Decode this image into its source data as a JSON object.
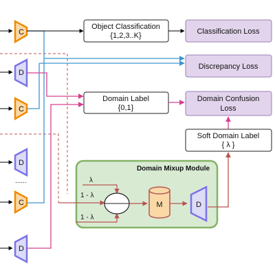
{
  "blocks": {
    "classifier_label": "C",
    "discriminator_label": "D",
    "mixer_label": "M",
    "ellipsis": "......"
  },
  "boxes": {
    "object_classification": {
      "line1": "Object Classification",
      "line2": "{1,2,3..K}"
    },
    "domain_label": {
      "line1": "Domain Label",
      "line2": "{0,1}"
    },
    "soft_domain_label": {
      "line1": "Soft Domain Label",
      "line2": "{ λ }"
    },
    "classification_loss": {
      "line1": "Classification Loss"
    },
    "discrepancy_loss": {
      "line1": "Discrepancy Loss"
    },
    "domain_confusion_loss": {
      "line1": "Domain Confusion",
      "line2": "Loss"
    }
  },
  "mixup_module": {
    "title": "Domain Mixup Module",
    "lambda_top": "λ",
    "lambda_mid": "1 -  λ",
    "lambda_bot": "1 -  λ"
  },
  "colors": {
    "classifier_fill": "#fbd9a6",
    "classifier_stroke": "#f08a00",
    "discriminator_fill": "#dcdcf7",
    "discriminator_stroke": "#7b73e8",
    "loss_fill": "#e2d4ec",
    "loss_stroke": "#9a7fb3",
    "module_fill": "#d9ead3",
    "module_stroke": "#82b366",
    "blue_line": "#3c96d2",
    "pink_line": "#d6408f",
    "red_line": "#b85450",
    "cylinder_fill": "#fbd9a6"
  }
}
